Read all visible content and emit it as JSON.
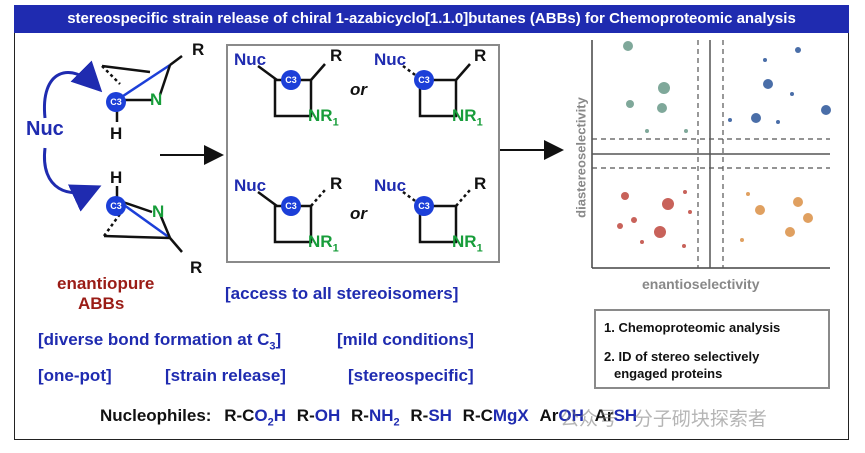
{
  "banner": {
    "title": "stereospecific strain release of chiral 1-azabicyclo[1.1.0]butanes (ABBs) for Chemoproteomic analysis"
  },
  "left": {
    "nuc": "Nuc",
    "r_top": "R",
    "n_top": "N",
    "h_top": "H",
    "h_bottom": "H",
    "n_bottom": "N",
    "r_bottom": "R",
    "c3": "C3",
    "enantiopure": "enantiopure",
    "abbs": "ABBs"
  },
  "products": {
    "nuc": "Nuc",
    "r": "R",
    "nr1": "NR",
    "sub1": "1",
    "or": "or",
    "c3": "C3"
  },
  "labels": {
    "access": "[access to all stereoisomers]",
    "diverse_pre": "[diverse bond formation at C",
    "diverse_sub": "3",
    "diverse_post": "]",
    "mild": "[mild conditions]",
    "onepot": "[one-pot]",
    "strain": "[strain release]",
    "stereospecific": "[stereospecific]"
  },
  "plot": {
    "ylabel": "diastereoselectivity",
    "xlabel": "enantioselectivity",
    "colors": {
      "teal": "#7fa89a",
      "blue": "#4a6ea8",
      "red": "#c8625a",
      "orange": "#e0a060"
    }
  },
  "notes": {
    "item1": "1. Chemoproteomic analysis",
    "item2a": "2. ID of stereo selectively",
    "item2b": "engaged proteins"
  },
  "nucleophiles": {
    "label": "Nucleophiles:",
    "items": [
      {
        "pre": "R-C",
        "blue": "O",
        "sub": "2",
        "post": "H"
      },
      {
        "pre": "R-",
        "blue": "OH"
      },
      {
        "pre": "R-",
        "blue": "NH",
        "sub": "2"
      },
      {
        "pre": "R-",
        "blue": "SH"
      },
      {
        "pre": "R-C",
        "blue": "MgX"
      },
      {
        "pre": "Ar",
        "blue": "OH"
      },
      {
        "pre": "Ar",
        "blue": "SH"
      }
    ]
  },
  "watermark": "公众号 · 分子砌块探索者"
}
